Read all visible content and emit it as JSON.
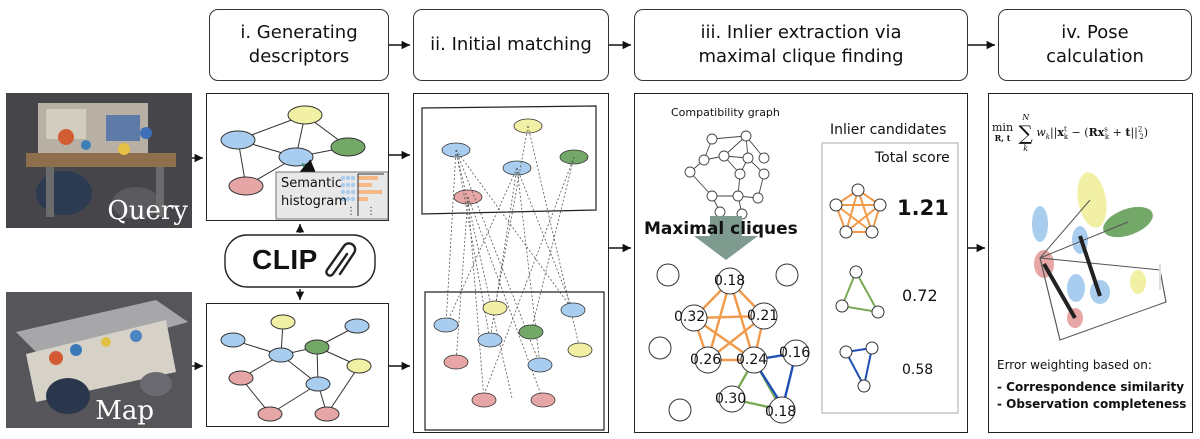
{
  "stages": [
    {
      "line1": "i. Generating",
      "line2": "descriptors"
    },
    {
      "line1": "ii. Initial matching",
      "line2": ""
    },
    {
      "line1": "iii. Inlier extraction via",
      "line2": "maximal clique finding"
    },
    {
      "line1": "iv. Pose",
      "line2": "calculation"
    }
  ],
  "images": {
    "query_label": "Query",
    "map_label": "Map"
  },
  "descriptors": {
    "semantic_line1": "Semantic",
    "semantic_line2": "histogram",
    "clip_label": "CLIP"
  },
  "clique_panel": {
    "compat_label": "Compatibility graph",
    "maximal_label": "Maximal cliques",
    "node_scores": [
      "0.18",
      "0.32",
      "0.21",
      "0.26",
      "0.24",
      "0.16",
      "0.30",
      "0.18"
    ]
  },
  "candidates": {
    "title": "Inlier candidates",
    "score_header": "Total score",
    "scores": [
      "1.21",
      "0.72",
      "0.58"
    ]
  },
  "pose": {
    "error_title": "Error weighting based on:",
    "bullet1": "- Correspondence similarity",
    "bullet2": "- Observation completeness"
  },
  "colors": {
    "blue": "#a9cdee",
    "yellow": "#f1f0a5",
    "green": "#73a868",
    "red": "#e6a6a6",
    "orange": "#f09a4a",
    "green_edge": "#7aaa55",
    "blue_edge": "#1f4fb4"
  }
}
